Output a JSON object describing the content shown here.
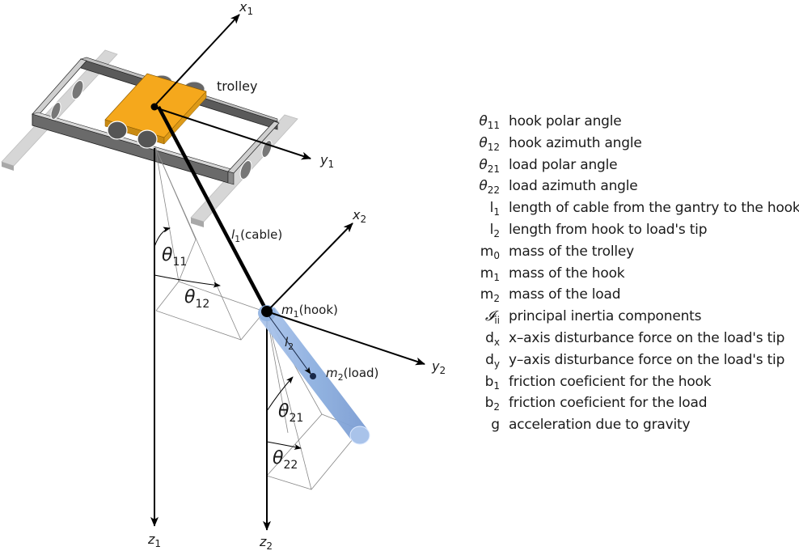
{
  "diagram": {
    "title": "Gantry crane with trolley, hook and load",
    "labels": {
      "trolley": "trolley",
      "x1": {
        "base": "x",
        "sub": "1"
      },
      "y1": {
        "base": "y",
        "sub": "1"
      },
      "z1": {
        "base": "z",
        "sub": "1"
      },
      "x2": {
        "base": "x",
        "sub": "2"
      },
      "y2": {
        "base": "y",
        "sub": "2"
      },
      "z2": {
        "base": "z",
        "sub": "2"
      },
      "cable": {
        "base": "l",
        "sub": "1",
        "suffix": "(cable)"
      },
      "hook": {
        "base": "m",
        "sub": "1",
        "suffix": "(hook)"
      },
      "load": {
        "base": "m",
        "sub": "2",
        "suffix": "(load)"
      },
      "l2": {
        "base": "l",
        "sub": "2"
      },
      "theta11": {
        "base": "θ",
        "sub": "11"
      },
      "theta12": {
        "base": "θ",
        "sub": "12"
      },
      "theta21": {
        "base": "θ",
        "sub": "21"
      },
      "theta22": {
        "base": "θ",
        "sub": "22"
      }
    },
    "colors": {
      "trolley": "#f5a81c",
      "trolley_side": "#c98a12",
      "rail": "#d4d4d4",
      "frame": "#6a6a6a",
      "load": "#8eb0e0",
      "axis": "#000000"
    }
  },
  "legend": [
    {
      "symbol": "θ",
      "sub": "11",
      "italic": true,
      "description": "hook polar angle"
    },
    {
      "symbol": "θ",
      "sub": "12",
      "italic": true,
      "description": "hook azimuth angle"
    },
    {
      "symbol": "θ",
      "sub": "21",
      "italic": true,
      "description": "load polar angle"
    },
    {
      "symbol": "θ",
      "sub": "22",
      "italic": true,
      "description": "load azimuth angle"
    },
    {
      "symbol": "l",
      "sub": "1",
      "italic": false,
      "description": "length of cable from the gantry to the hook"
    },
    {
      "symbol": "l",
      "sub": "2",
      "italic": false,
      "description": "length from hook to load's tip"
    },
    {
      "symbol": "m",
      "sub": "0",
      "italic": false,
      "description": "mass of the trolley"
    },
    {
      "symbol": "m",
      "sub": "1",
      "italic": false,
      "description": "mass of the hook"
    },
    {
      "symbol": "m",
      "sub": "2",
      "italic": false,
      "description": "mass of the load"
    },
    {
      "symbol": "𝓘",
      "sub": "ii",
      "italic": true,
      "description": "principal inertia components"
    },
    {
      "symbol": "d",
      "sub": "x",
      "italic": false,
      "description": "x–axis disturbance force on the load's tip"
    },
    {
      "symbol": "d",
      "sub": "y",
      "italic": false,
      "description": "y–axis disturbance force on the load's tip"
    },
    {
      "symbol": "b",
      "sub": "1",
      "italic": false,
      "description": "friction coeficient for the hook"
    },
    {
      "symbol": "b",
      "sub": "2",
      "italic": false,
      "description": "friction coeficient for the load"
    },
    {
      "symbol": "g",
      "sub": "",
      "italic": false,
      "description": "acceleration due to gravity"
    }
  ]
}
